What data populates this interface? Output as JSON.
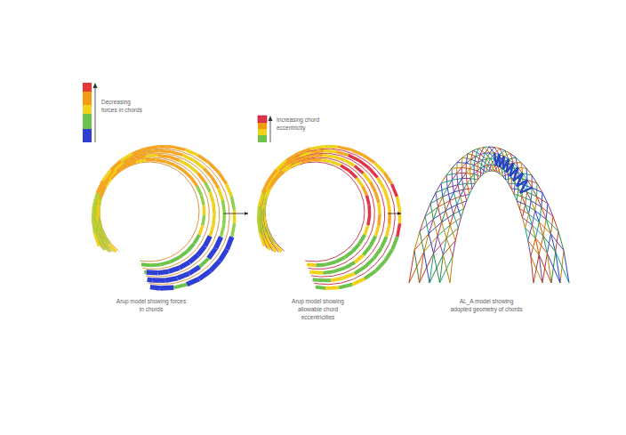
{
  "diagram": {
    "nodes": [
      {
        "text": [
          "Arup model showing forces in chords"
        ]
      },
      {
        "text": [
          "Arup model showing allowable chord eccentricities"
        ]
      },
      {
        "text": [
          "AL_A model showing adopted geometry of chords"
        ]
      }
    ],
    "edges": [
      {
        "from": 0,
        "to": 1,
        "arrow": "to"
      },
      {
        "from": 1,
        "to": 2,
        "arrow": "to"
      }
    ],
    "labels": [
      "Decreasing forces in chords",
      "Increasing chord eccentricity"
    ]
  }
}
